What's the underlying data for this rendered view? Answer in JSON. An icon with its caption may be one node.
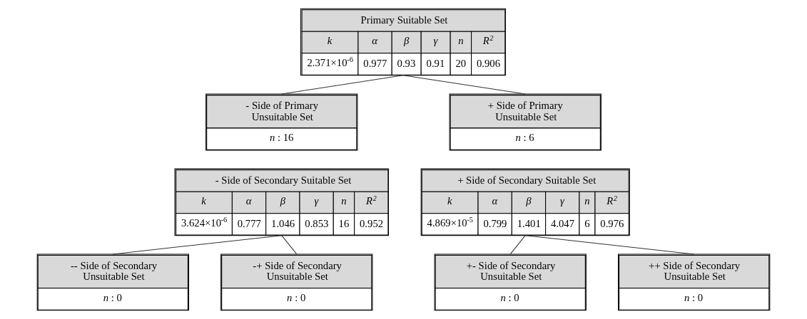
{
  "diagram": {
    "nodes": [
      {
        "text": [
          "Primary Suitable Set",
          "k",
          "α",
          "β",
          "γ",
          "n",
          "R$^{2}$",
          "2.371×10$^{-6}$",
          "0.977",
          "0.93",
          "0.91",
          "20",
          "0.906"
        ]
      },
      {
        "text": [
          "- Side of Primary Unsuitable Set",
          "*n* : 16"
        ]
      },
      {
        "text": [
          "+ Side of Primary Unsuitable Set",
          "*n* : 6"
        ]
      },
      {
        "text": [
          "- Side of Secondary Suitable Set",
          "k",
          "α",
          "β",
          "γ",
          "n",
          "R$^{2}$",
          "3.624×10$^{-6}$",
          "0.777",
          "1.046",
          "0.853",
          "16",
          "0.952"
        ]
      },
      {
        "text": [
          "+ Side of Secondary Suitable Set",
          "k",
          "α",
          "β",
          "γ",
          "n",
          "R$^{2}$",
          "4.869×10$^{-5}$",
          "0.799",
          "1.401",
          "4.047",
          "6",
          "0.976"
        ]
      },
      {
        "text": [
          "-- Side of Secondary Unsuitable Set",
          "*n* : 0"
        ]
      },
      {
        "text": [
          "-+ Side of Secondary Unsuitable Set",
          "*n* : 0"
        ]
      },
      {
        "text": [
          "+- Side of Secondary Unsuitable Set",
          "*n* : 0"
        ]
      },
      {
        "text": [
          "++ Side of Secondary Unsuitable Set",
          "*n* : 0"
        ]
      }
    ],
    "edges": [
      {
        "from": 0,
        "to": 1,
        "arrow": "none"
      },
      {
        "from": 0,
        "to": 2,
        "arrow": "none"
      },
      {
        "from": 3,
        "to": 5,
        "arrow": "none"
      },
      {
        "from": 3,
        "to": 6,
        "arrow": "none"
      },
      {
        "from": 4,
        "to": 7,
        "arrow": "none"
      },
      {
        "from": 4,
        "to": 8,
        "arrow": "none"
      }
    ]
  }
}
